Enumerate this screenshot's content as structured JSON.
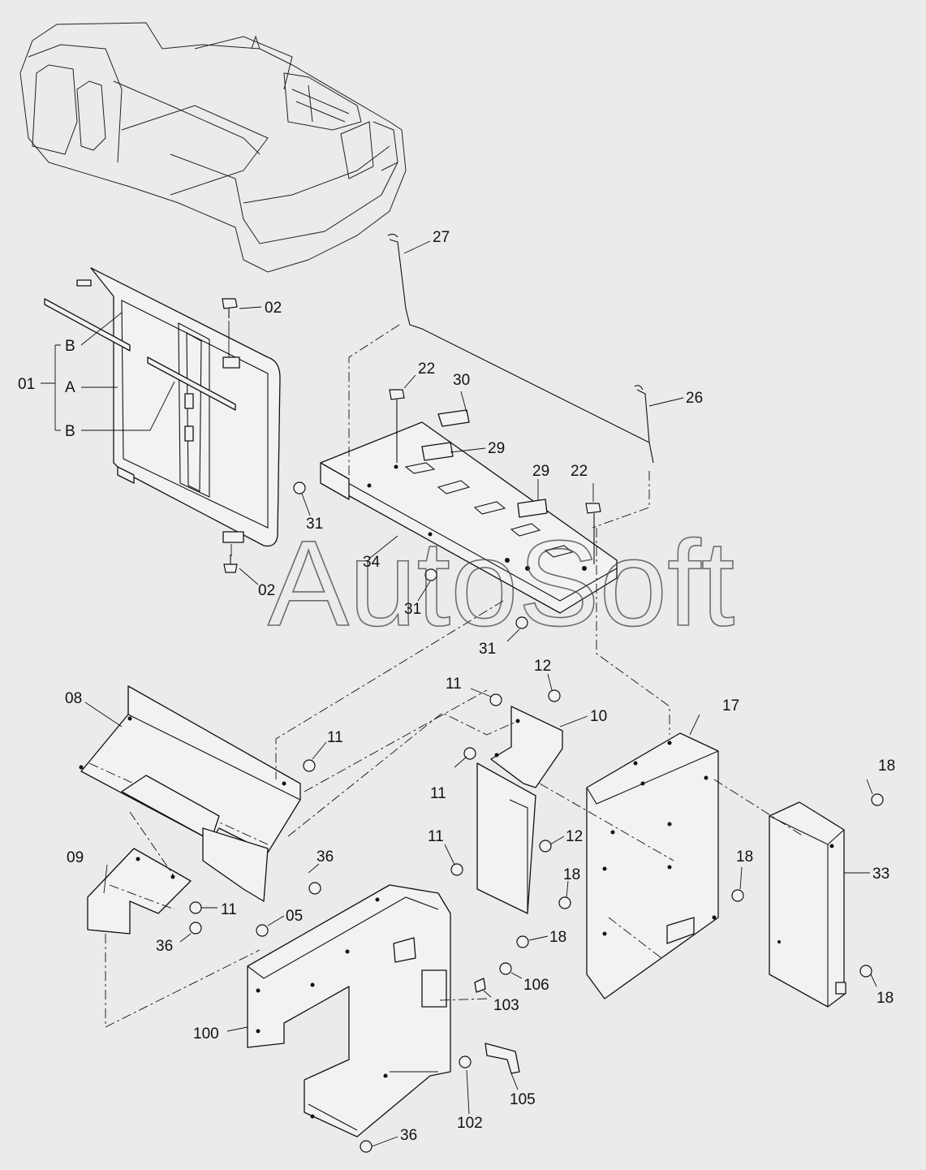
{
  "diagram": {
    "watermark": "AutoSoft",
    "callouts": {
      "c01": "01",
      "cA": "A",
      "cB1": "B",
      "cB2": "B",
      "c02a": "02",
      "c02b": "02",
      "c05": "05",
      "c08": "08",
      "c09": "09",
      "c10": "10",
      "c11a": "11",
      "c11b": "11",
      "c11c": "11",
      "c11d": "11",
      "c11e": "11",
      "c12a": "12",
      "c12b": "12",
      "c17": "17",
      "c18a": "18",
      "c18b": "18",
      "c18c": "18",
      "c18d": "18",
      "c18e": "18",
      "c22a": "22",
      "c22b": "22",
      "c26": "26",
      "c27": "27",
      "c29a": "29",
      "c29b": "29",
      "c30": "30",
      "c31a": "31",
      "c31b": "31",
      "c31c": "31",
      "c33": "33",
      "c34": "34",
      "c36a": "36",
      "c36b": "36",
      "c36c": "36",
      "c100": "100",
      "c102": "102",
      "c103": "103",
      "c105": "105",
      "c106": "106"
    }
  }
}
